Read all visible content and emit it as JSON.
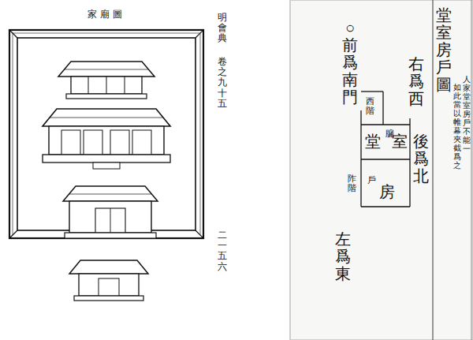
{
  "diagram": {
    "labels": [
      "家廟圖",
      "明會典",
      "卷之九十五",
      "二一五六",
      "堂室房戶圖",
      "人家堂室房戶不能一",
      "如此當以帷幕夾截爲之",
      "右爲西",
      "○前爲南門",
      "西階",
      "堂",
      "牖",
      "室",
      "後爲北",
      "阼階",
      "戶",
      "房",
      "左爲東"
    ]
  }
}
